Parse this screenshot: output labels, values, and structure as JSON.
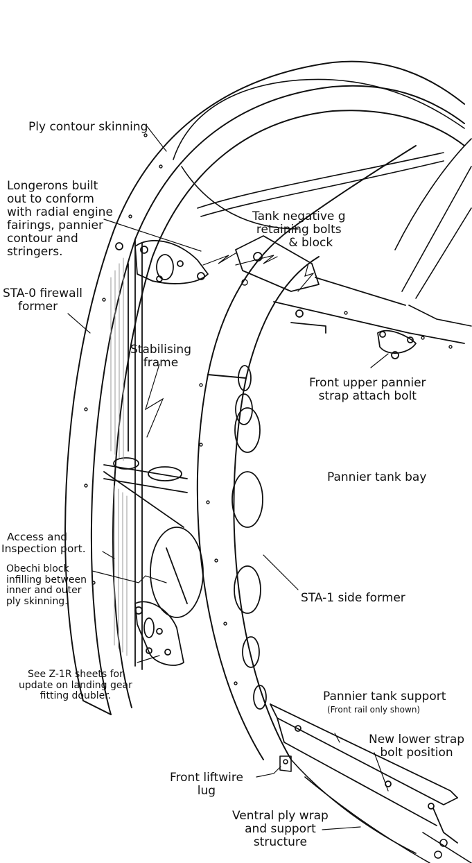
{
  "labels": {
    "ply_contour": "Ply contour skinning",
    "longerons": [
      "Longerons built",
      "out to conform",
      "with radial engine",
      "fairings, pannier",
      "contour and",
      "stringers."
    ],
    "tank_negative": [
      "Tank negative g",
      "retaining  bolts",
      "& block"
    ],
    "firewall": [
      "STA-0 firewall",
      "former"
    ],
    "stabilising": [
      "Stabilising",
      "frame"
    ],
    "front_upper": [
      "Front upper pannier",
      "strap attach bolt"
    ],
    "pannier_bay": "Pannier tank bay",
    "access_port": [
      "Access and",
      "Inspection port."
    ],
    "obechi": [
      "Obechi block",
      "infilling between",
      "inner and outer",
      "ply skinning."
    ],
    "sta1": "STA-1 side former",
    "see_z1r": [
      "See Z-1R sheets for",
      "update on landing gear",
      "fitting doubler."
    ],
    "pannier_support": "Pannier tank support",
    "front_rail": "(Front rail only shown)",
    "new_lower": [
      "New lower strap",
      "bolt position"
    ],
    "front_liftwire": [
      "Front liftwire",
      "lug"
    ],
    "ventral": [
      "Ventral ply wrap",
      "and support",
      "structure"
    ]
  },
  "colors": {
    "ink": "#111111",
    "paper": "#ffffff",
    "shade": "#9a9a9a"
  }
}
